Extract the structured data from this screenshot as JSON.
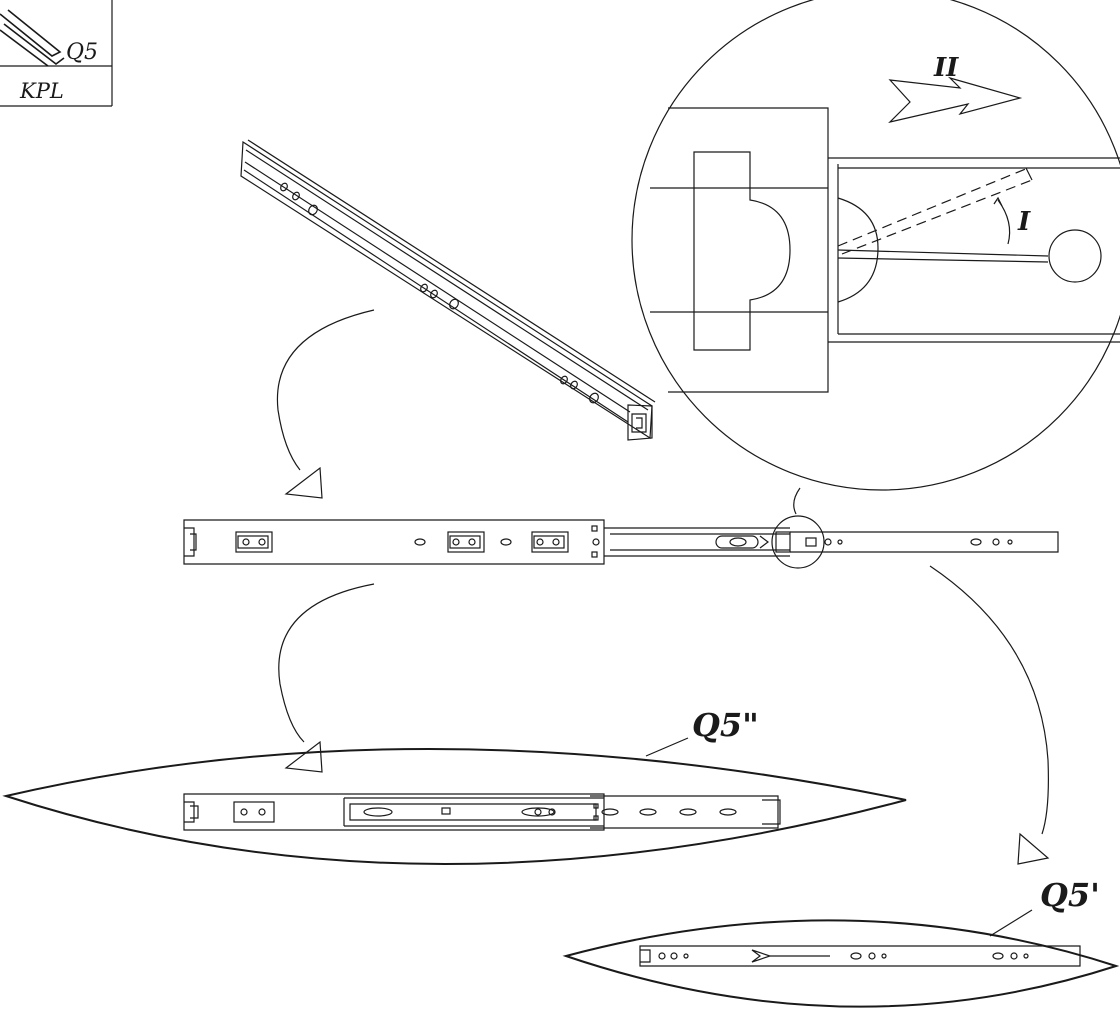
{
  "corner_box": {
    "code": "Q5",
    "kit": "KPL"
  },
  "detail": {
    "arrow_label": "II",
    "rotation_label": "I"
  },
  "callouts": {
    "variant_double": "Q5\"",
    "variant_single": "Q5'"
  },
  "colors": {
    "line": "#1a1a1a",
    "background": "#ffffff"
  }
}
